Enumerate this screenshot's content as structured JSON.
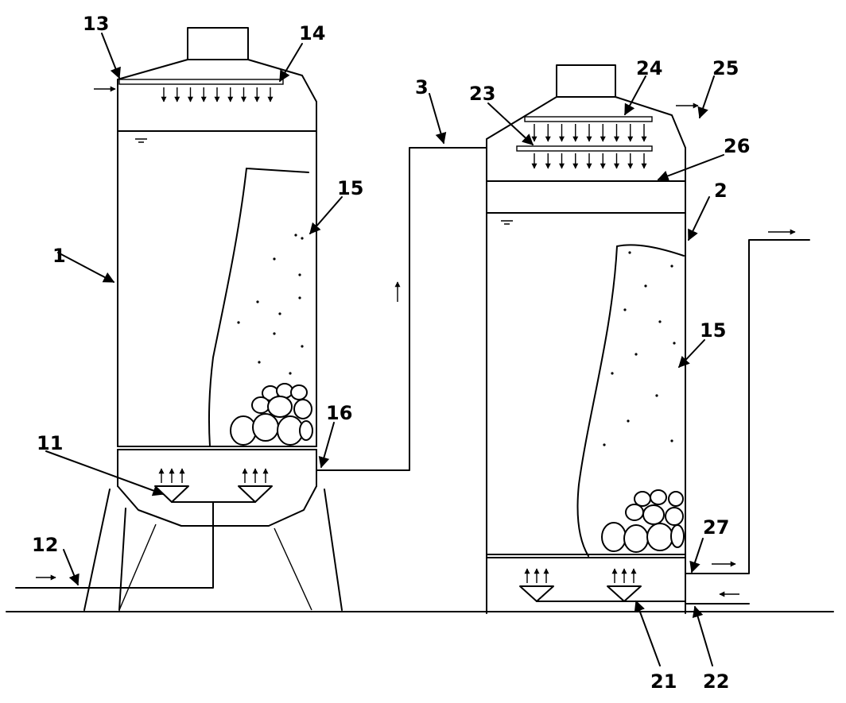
{
  "figure": {
    "labels": {
      "l1": "1",
      "l2": "2",
      "l3": "3",
      "l11": "11",
      "l12": "12",
      "l13": "13",
      "l14": "14",
      "l15a": "15",
      "l15b": "15",
      "l16": "16",
      "l21": "21",
      "l22": "22",
      "l23": "23",
      "l24": "24",
      "l25": "25",
      "l26": "26",
      "l27": "27"
    }
  }
}
